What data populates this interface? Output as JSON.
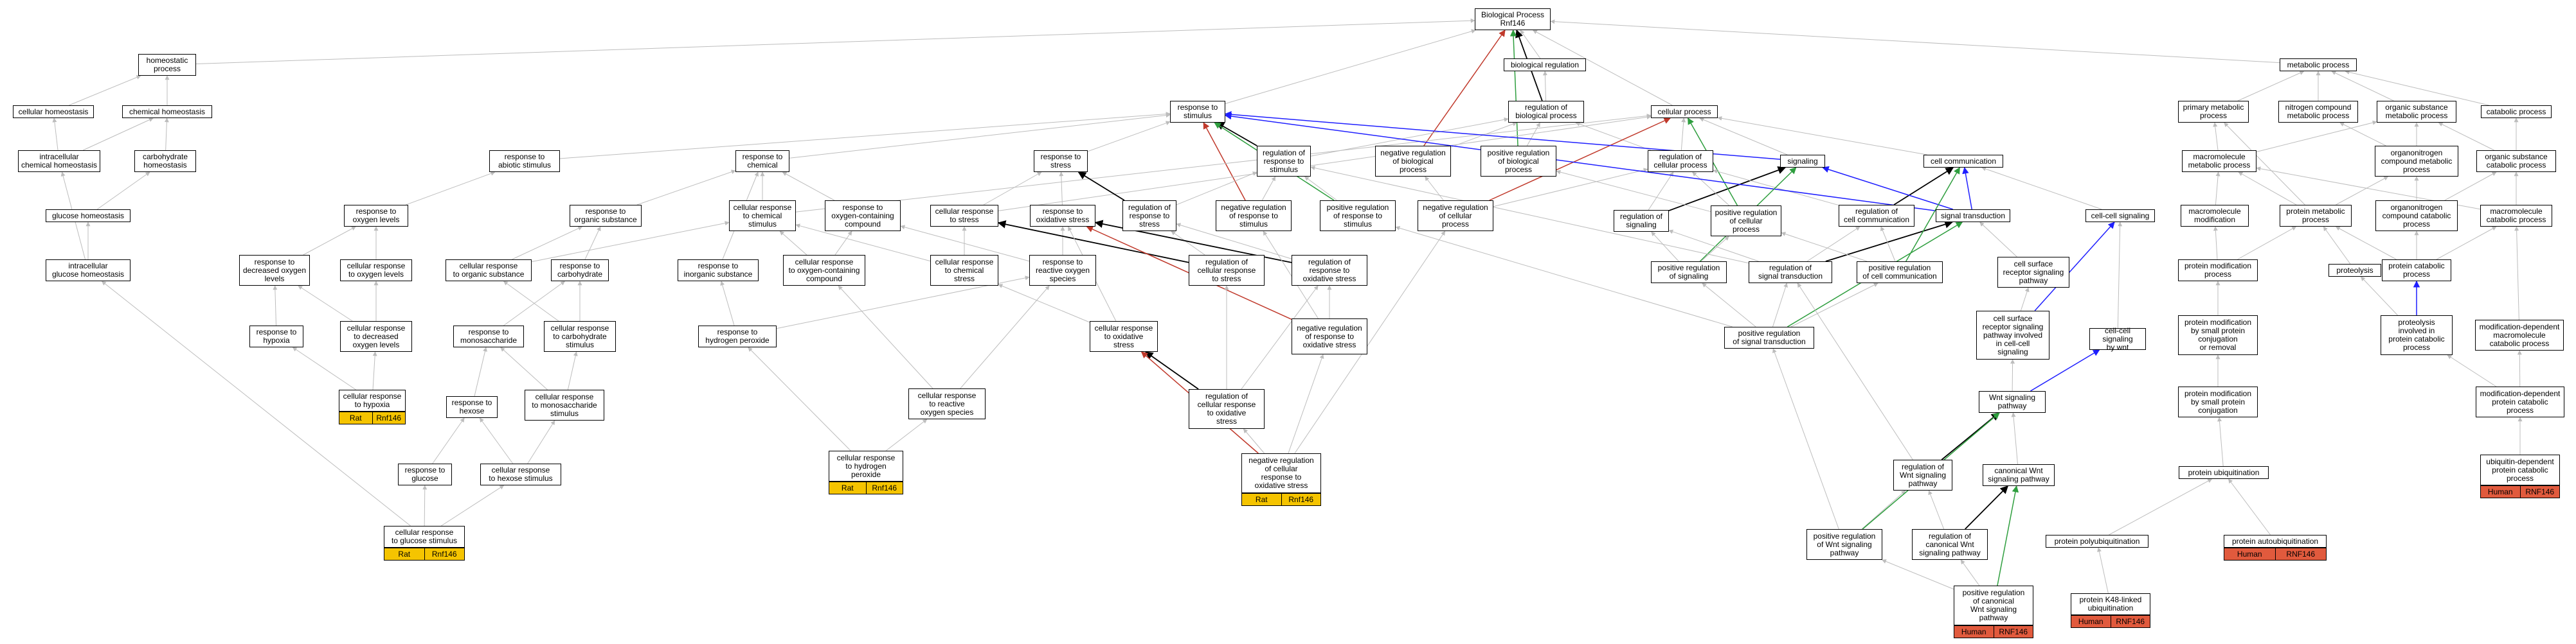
{
  "colors": {
    "gray": "#bdbdbd",
    "black": "#000000",
    "red": "#c0392b",
    "green": "#2e9e3e",
    "blue": "#1f1fff",
    "rat": "#f5c400",
    "human": "#e15a3d"
  },
  "nodes": [
    {
      "id": "bp",
      "text": "Biological Process\nRnf146"
    },
    {
      "id": "breg",
      "text": "biological regulation"
    },
    {
      "id": "homeo",
      "text": "homeostatic\nprocess"
    },
    {
      "id": "cellhomeo",
      "text": "cellular homeostasis"
    },
    {
      "id": "chemhomeo",
      "text": "chemical homeostasis"
    },
    {
      "id": "icchem",
      "text": "intracellular\nchemical homeostasis"
    },
    {
      "id": "carbhomeo",
      "text": "carbohydrate\nhomeostasis"
    },
    {
      "id": "gluchomeo",
      "text": "glucose homeostasis"
    },
    {
      "id": "icgluc",
      "text": "intracellular\nglucose homeostasis"
    },
    {
      "id": "rts",
      "text": "response to\nstimulus"
    },
    {
      "id": "rabio",
      "text": "response to\nabiotic stimulus"
    },
    {
      "id": "rchem",
      "text": "response to\nchemical"
    },
    {
      "id": "rstress",
      "text": "response to\nstress"
    },
    {
      "id": "rcs",
      "text": "regulation of\nresponse to\nstimulus"
    },
    {
      "id": "cpr",
      "text": "cellular process"
    },
    {
      "id": "regbp",
      "text": "regulation of\nbiological process"
    },
    {
      "id": "posregbp",
      "text": "positive regulation\nof biological\nprocess"
    },
    {
      "id": "negregbp",
      "text": "negative regulation\nof biological\nprocess"
    },
    {
      "id": "regcp",
      "text": "regulation of\ncellular process"
    },
    {
      "id": "roxlev",
      "text": "response to\noxygen levels"
    },
    {
      "id": "rorgs",
      "text": "response to\norganic substance"
    },
    {
      "id": "crchem",
      "text": "cellular response\nto chemical\nstimulus"
    },
    {
      "id": "roxcc",
      "text": "response to\noxygen-containing\ncompound"
    },
    {
      "id": "crstress",
      "text": "cellular response\nto stress"
    },
    {
      "id": "roxstr",
      "text": "response to\noxidative stress"
    },
    {
      "id": "regrstr",
      "text": "regulation of\nresponse to\nstress"
    },
    {
      "id": "negregrs",
      "text": "negative regulation\nof response to\nstimulus"
    },
    {
      "id": "posregrs",
      "text": "positive regulation\nof response to\nstimulus"
    },
    {
      "id": "negregcp",
      "text": "negative regulation\nof cellular\nprocess"
    },
    {
      "id": "rdecox",
      "text": "response to\ndecreased oxygen\nlevels"
    },
    {
      "id": "crox",
      "text": "cellular response\nto oxygen levels"
    },
    {
      "id": "crorg",
      "text": "cellular response\nto organic substance"
    },
    {
      "id": "rcarb",
      "text": "response to\ncarbohydrate"
    },
    {
      "id": "rinorg",
      "text": "response to\ninorganic substance"
    },
    {
      "id": "croxcc",
      "text": "cellular response\nto oxygen-containing\ncompound"
    },
    {
      "id": "crchemstress",
      "text": "cellular response\nto chemical\nstress"
    },
    {
      "id": "rros",
      "text": "response to\nreactive oxygen\nspecies"
    },
    {
      "id": "regcrstress",
      "text": "regulation of\ncellular response\nto stress"
    },
    {
      "id": "regroxstress",
      "text": "regulation of\nresponse to\noxidative stress"
    },
    {
      "id": "rhypoxia",
      "text": "response to\nhypoxia"
    },
    {
      "id": "crdecox",
      "text": "cellular response\nto decreased\noxygen levels"
    },
    {
      "id": "rmono",
      "text": "response to\nmonosaccharide"
    },
    {
      "id": "crcarb",
      "text": "cellular response\nto carbohydrate\nstimulus"
    },
    {
      "id": "rh2o2",
      "text": "response to\nhydrogen peroxide"
    },
    {
      "id": "croxstress",
      "text": "cellular response\nto oxidative\nstress"
    },
    {
      "id": "negregroxs",
      "text": "negative regulation\nof response to\noxidative stress"
    },
    {
      "id": "crhypoxia",
      "text": "cellular response\nto hypoxia"
    },
    {
      "id": "rhexose",
      "text": "response to\nhexose"
    },
    {
      "id": "crmono",
      "text": "cellular response\nto monosaccharide\nstimulus"
    },
    {
      "id": "crros",
      "text": "cellular response\nto reactive\noxygen species"
    },
    {
      "id": "regcroxs",
      "text": "regulation of\ncellular response\nto oxidative\nstress"
    },
    {
      "id": "rglucose",
      "text": "response to\nglucose"
    },
    {
      "id": "crhexose",
      "text": "cellular response\nto hexose stimulus"
    },
    {
      "id": "crh2o2",
      "text": "cellular response\nto hydrogen\nperoxide"
    },
    {
      "id": "negregcroxs",
      "text": "negative regulation\nof cellular\nresponse to\noxidative stress"
    },
    {
      "id": "crglucose",
      "text": "cellular response\nto glucose stimulus"
    },
    {
      "id": "signaling",
      "text": "signaling"
    },
    {
      "id": "cellcomm",
      "text": "cell communication"
    },
    {
      "id": "regsig",
      "text": "regulation of\nsignaling"
    },
    {
      "id": "posregcp",
      "text": "positive regulation\nof cellular\nprocess"
    },
    {
      "id": "regcellcomm",
      "text": "regulation of\ncell communication"
    },
    {
      "id": "sigtrans",
      "text": "signal transduction"
    },
    {
      "id": "ccsig",
      "text": "cell-cell signaling"
    },
    {
      "id": "posregsig",
      "text": "positive regulation\nof signaling"
    },
    {
      "id": "regsigtrans",
      "text": "regulation of\nsignal transduction"
    },
    {
      "id": "posregcc",
      "text": "positive regulation\nof cell communication"
    },
    {
      "id": "csrsp",
      "text": "cell surface\nreceptor signaling\npathway"
    },
    {
      "id": "posregst",
      "text": "positive regulation\nof signal transduction"
    },
    {
      "id": "csrspcc",
      "text": "cell surface\nreceptor signaling\npathway involved\nin cell-cell\nsignaling"
    },
    {
      "id": "ccwnt",
      "text": "cell-cell signaling\nby wnt"
    },
    {
      "id": "wnt",
      "text": "Wnt signaling\npathway"
    },
    {
      "id": "regwnt",
      "text": "regulation of\nWnt signaling\npathway"
    },
    {
      "id": "canwnt",
      "text": "canonical Wnt\nsignaling pathway"
    },
    {
      "id": "posregwnt",
      "text": "positive regulation\nof Wnt signaling\npathway"
    },
    {
      "id": "regcanwnt",
      "text": "regulation of\ncanonical Wnt\nsignaling pathway"
    },
    {
      "id": "posregcanwnt",
      "text": "positive regulation\nof canonical\nWnt signaling\npathway"
    },
    {
      "id": "metab",
      "text": "metabolic process"
    },
    {
      "id": "primmet",
      "text": "primary metabolic\nprocess"
    },
    {
      "id": "ncmet",
      "text": "nitrogen compound\nmetabolic process"
    },
    {
      "id": "osmet",
      "text": "organic substance\nmetabolic process"
    },
    {
      "id": "catab",
      "text": "catabolic process"
    },
    {
      "id": "macmet",
      "text": "macromolecule\nmetabolic process"
    },
    {
      "id": "onmet",
      "text": "organonitrogen\ncompound metabolic\nprocess"
    },
    {
      "id": "oscat",
      "text": "organic substance\ncatabolic process"
    },
    {
      "id": "macmod",
      "text": "macromolecule\nmodification"
    },
    {
      "id": "protmet",
      "text": "protein metabolic\nprocess"
    },
    {
      "id": "oncat",
      "text": "organonitrogen\ncompound catabolic\nprocess"
    },
    {
      "id": "maccat",
      "text": "macromolecule\ncatabolic process"
    },
    {
      "id": "protmod",
      "text": "protein modification\nprocess"
    },
    {
      "id": "proteolysis",
      "text": "proteolysis"
    },
    {
      "id": "protcat",
      "text": "protein catabolic\nprocess"
    },
    {
      "id": "pmspc",
      "text": "protein modification\nby small protein\nconjugation\nor removal"
    },
    {
      "id": "propcat",
      "text": "proteolysis\ninvolved in\nprotein catabolic\nprocess"
    },
    {
      "id": "moddepmac",
      "text": "modification-dependent\nmacromolecule\ncatabolic process"
    },
    {
      "id": "pmspconj",
      "text": "protein modification\nby small protein\nconjugation"
    },
    {
      "id": "moddepprot",
      "text": "modification-dependent\nprotein catabolic\nprocess"
    },
    {
      "id": "protubiq",
      "text": "protein ubiquitination"
    },
    {
      "id": "ubdep",
      "text": "ubiquitin-dependent\nprotein catabolic\nprocess"
    },
    {
      "id": "protpoly",
      "text": "protein polyubiquitination"
    },
    {
      "id": "protauto",
      "text": "protein autoubiquitination"
    },
    {
      "id": "k48",
      "text": "protein K48-linked\nubiquitination"
    }
  ],
  "badges": [
    {
      "node": "crhypoxia",
      "species": "Rat",
      "gene": "Rnf146",
      "kind": "rat"
    },
    {
      "node": "crglucose",
      "species": "Rat",
      "gene": "Rnf146",
      "kind": "rat"
    },
    {
      "node": "crh2o2",
      "species": "Rat",
      "gene": "Rnf146",
      "kind": "rat"
    },
    {
      "node": "negregcroxs",
      "species": "Rat",
      "gene": "Rnf146",
      "kind": "rat"
    },
    {
      "node": "posregcanwnt",
      "species": "Human",
      "gene": "RNF146",
      "kind": "human"
    },
    {
      "node": "k48",
      "species": "Human",
      "gene": "RNF146",
      "kind": "human"
    },
    {
      "node": "protauto",
      "species": "Human",
      "gene": "RNF146",
      "kind": "human"
    },
    {
      "node": "ubdep",
      "species": "Human",
      "gene": "RNF146",
      "kind": "human"
    }
  ]
}
